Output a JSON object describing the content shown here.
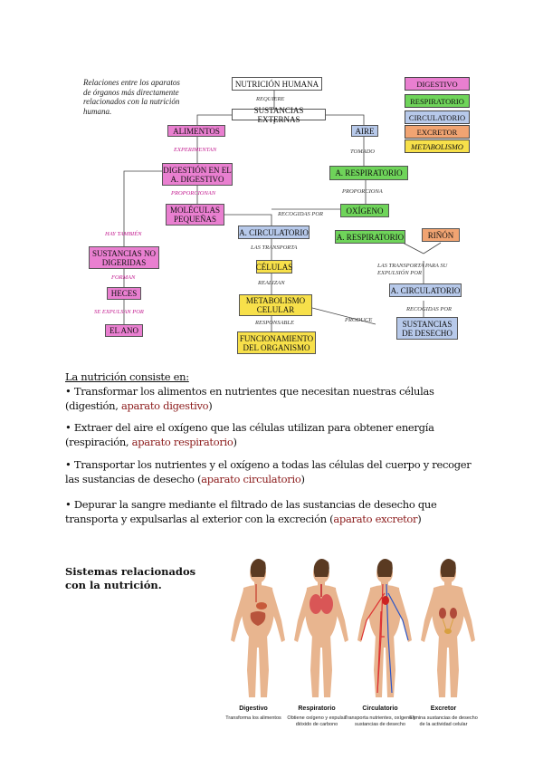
{
  "diagram": {
    "intro": "Relaciones entre los aparatos de órganos más directamente relacionados con la nutrición humana.",
    "top": "NUTRICIÓN HUMANA",
    "requiere": "REQUIERE",
    "sustancias_externas": "SUSTANCIAS EXTERNAS",
    "alimentos": "ALIMENTOS",
    "aire": "AIRE",
    "experimentan": "EXPERIMENTAN",
    "tomado": "TOMADO",
    "digestion": "DIGESTIÓN EN EL A. DIGESTIVO",
    "a_respiratorio": "A. RESPIRATORIO",
    "proporciona_pink": "PROPORCIONAN",
    "proporciona": "PROPORCIONA",
    "moleculas": "MOLÉCULAS PEQUEÑAS",
    "oxigeno": "OXÍGENO",
    "recogidas_por": "RECOGIDAS POR",
    "hay_tambien": "HAY TAMBIÉN",
    "a_circulatorio": "A. CIRCULATORIO",
    "a_respiratorio_2": "A. RESPIRATORIO",
    "rinon": "RIÑÓN",
    "sustancias_no_digeridas": "SUSTANCIAS NO DIGERIDAS",
    "las_transporta": "LAS TRANSPORTA",
    "las_transporta_expulsion": "LAS TRANSPORTA PARA SU EXPULSIÓN POR",
    "forman": "FORMAN",
    "celulas": "CÉLULAS",
    "heces": "HECES",
    "realizan": "REALIZAN",
    "a_circulatorio_2": "A. CIRCULATORIO",
    "se_expulsan_por": "SE EXPULSAN POR",
    "metabolismo": "METABOLISMO CELULAR",
    "recogidas_por_2": "RECOGIDAS POR",
    "ano": "EL ANO",
    "responsable": "RESPONSABLE",
    "produce": "PRODUCE",
    "funcionamiento": "FUNCIONAMIENTO DEL ORGANISMO",
    "sustancias_desecho": "SUSTANCIAS DE DESECHO",
    "legend": [
      "DIGESTIVO",
      "RESPIRATORIO",
      "CIRCULATORIO",
      "EXCRETOR",
      "METABOLISMO"
    ]
  },
  "body_text": {
    "heading": "La nutrición consiste en:",
    "item1_a": "• Transformar los alimentos en nutrientes que necesitan nuestras células (digestión, ",
    "item1_b": "aparato digestivo",
    "item1_c": ")",
    "item2_a": "• Extraer del aire el oxígeno que las células utilizan para obtener energía (respiración, ",
    "item2_b": "aparato respiratorio",
    "item2_c": ")",
    "item3_a": "• Transportar los nutrientes y el oxígeno a todas las células del cuerpo y recoger las sustancias de desecho (",
    "item3_b": "aparato circulatorio",
    "item3_c": ")",
    "item4_a": "• Depurar la sangre mediante el filtrado de las sustancias de desecho que transporta y expulsarlas al exterior con la excreción (",
    "item4_b": "aparato excretor",
    "item4_c": ")"
  },
  "systems": {
    "heading": "Sistemas relacionados con la nutrición.",
    "figures": [
      {
        "name": "Digestivo",
        "desc": "Transforma los alimentos"
      },
      {
        "name": "Respiratorio",
        "desc": "Obtiene oxígeno y expulsa dióxido de carbono"
      },
      {
        "name": "Circulatorio",
        "desc": "Transporta nutrientes, oxígeno y sustancias de desecho"
      },
      {
        "name": "Excretor",
        "desc": "Elimina sustancias de desecho de la actividad celular"
      }
    ]
  },
  "colors": {
    "digestivo": "#e97fd0",
    "respiratorio": "#6fd45a",
    "circulatorio": "#b7c9ea",
    "excretor": "#f1a472",
    "metabolismo": "#f7e04a"
  }
}
